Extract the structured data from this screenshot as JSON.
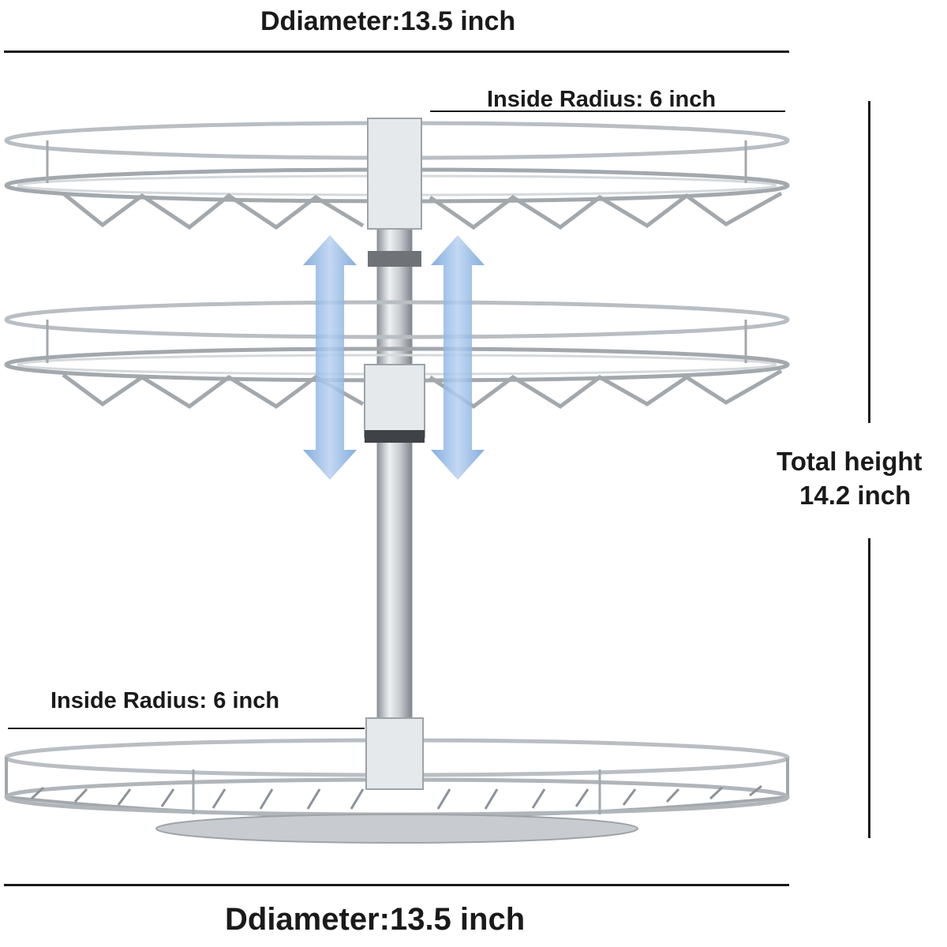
{
  "dimensions": {
    "top_diameter": "Ddiameter:13.5 inch",
    "bottom_diameter": "Ddiameter:13.5 inch",
    "inside_radius_top": "Inside Radius: 6 inch",
    "inside_radius_bottom": "Inside Radius: 6 inch",
    "height_title": "Total height",
    "height_value": "14.2 inch"
  },
  "colors": {
    "wire": "#9ea3a8",
    "wire_light": "#e3e6e9",
    "pole": "#b8bdc2",
    "arrow": "#7aa7dc",
    "text": "#1a1a1a"
  }
}
